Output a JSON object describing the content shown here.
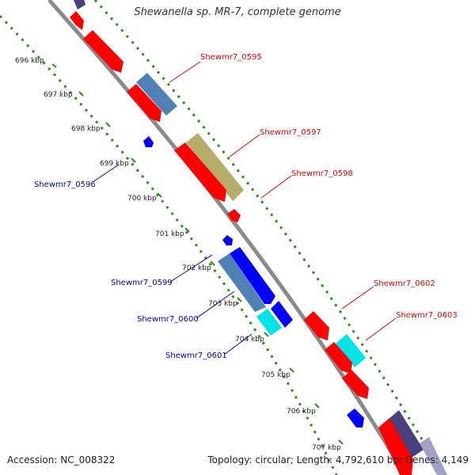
{
  "title": "Shewanella sp. MR-7, complete genome",
  "accession": "Accession: NC_008322",
  "topology": "Topology: circular; Length: 4,792,610 bp; Genes: 4,149",
  "colors": {
    "backbone": "#8a8a8a",
    "ring": "#2e8b1e",
    "gene_red": "#ff0000",
    "gene_blue": "#0000ff",
    "gene_steel": "#4f81b4",
    "gene_olive": "#b5ad6a",
    "gene_cyan": "#00e3e6",
    "gene_indigo": "#48407e",
    "label_red": "#dd0000",
    "label_blue": "#0000aa"
  },
  "scale": {
    "ticks": [
      "696 kbp",
      "697 kbp",
      "698 kbp",
      "699 kbp",
      "700 kbp",
      "701 kbp",
      "702 kbp",
      "703 kbp",
      "704 kbp",
      "705 kbp",
      "706 kbp",
      "707 kbp"
    ]
  },
  "genes": {
    "labeled": [
      {
        "name": "Shewmr7_0595",
        "strand": "forward"
      },
      {
        "name": "Shewmr7_0596",
        "strand": "reverse"
      },
      {
        "name": "Shewmr7_0597",
        "strand": "forward"
      },
      {
        "name": "Shewmr7_0598",
        "strand": "forward"
      },
      {
        "name": "Shewmr7_0599",
        "strand": "reverse"
      },
      {
        "name": "Shewmr7_0600",
        "strand": "reverse"
      },
      {
        "name": "Shewmr7_0601",
        "strand": "reverse"
      },
      {
        "name": "Shewmr7_0602",
        "strand": "forward"
      },
      {
        "name": "Shewmr7_0603",
        "strand": "forward"
      }
    ]
  }
}
